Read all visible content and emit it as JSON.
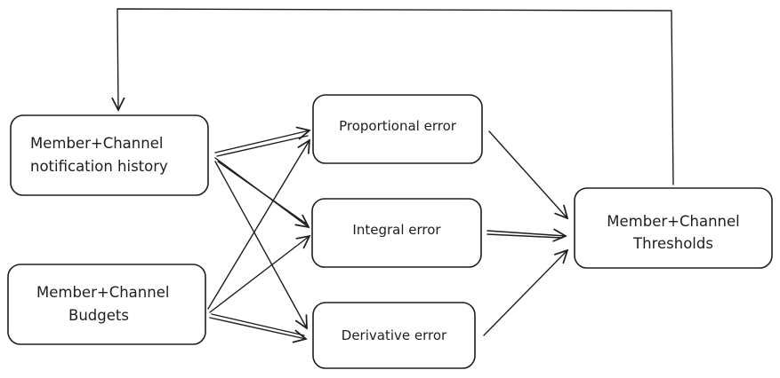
{
  "nodes": {
    "history": {
      "line1": "Member+Channel",
      "line2": "notification history"
    },
    "budgets": {
      "line1": "Member+Channel",
      "line2": "Budgets"
    },
    "proportional": {
      "label": "Proportional error"
    },
    "integral": {
      "label": "Integral error"
    },
    "derivative": {
      "label": "Derivative error"
    },
    "thresholds": {
      "line1": "Member+Channel",
      "line2": "Thresholds"
    }
  },
  "edges": [
    {
      "from": "history",
      "to": "proportional"
    },
    {
      "from": "history",
      "to": "integral"
    },
    {
      "from": "history",
      "to": "derivative"
    },
    {
      "from": "budgets",
      "to": "proportional"
    },
    {
      "from": "budgets",
      "to": "integral"
    },
    {
      "from": "budgets",
      "to": "derivative"
    },
    {
      "from": "proportional",
      "to": "thresholds"
    },
    {
      "from": "integral",
      "to": "thresholds"
    },
    {
      "from": "derivative",
      "to": "thresholds"
    },
    {
      "from": "thresholds",
      "to": "history"
    }
  ]
}
